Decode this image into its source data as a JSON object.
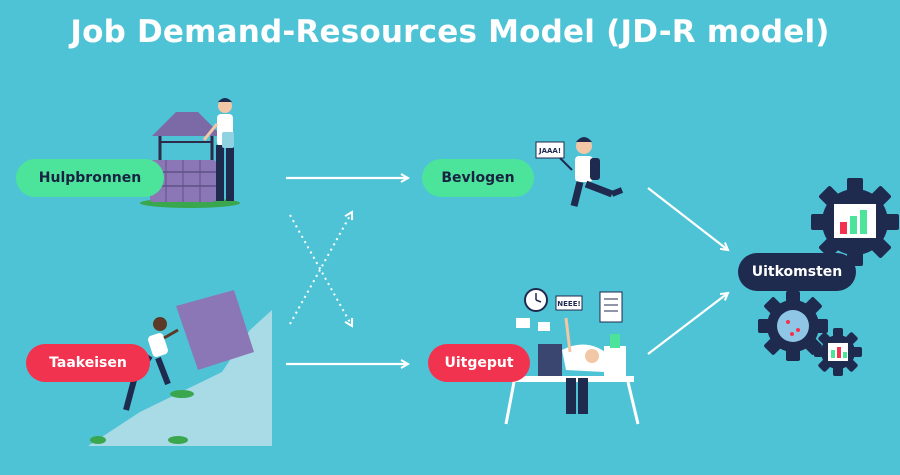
{
  "title": "Job Demand-Resources Model (JD-R model)",
  "nodes": {
    "hulpbronnen": "Hulpbronnen",
    "taakeisen": "Taakeisen",
    "bevlogen": "Bevlogen",
    "uitgeput": "Uitgeput",
    "uitkomsten": "Uitkomsten"
  },
  "signs": {
    "jaaa": "JAAA!",
    "neee": "NEEE!"
  },
  "colors": {
    "background": "#4fc3d6",
    "green_pill": "#4ce39b",
    "red_pill": "#f2334f",
    "navy_pill": "#1f2a4f",
    "arrow": "#ffffff"
  }
}
